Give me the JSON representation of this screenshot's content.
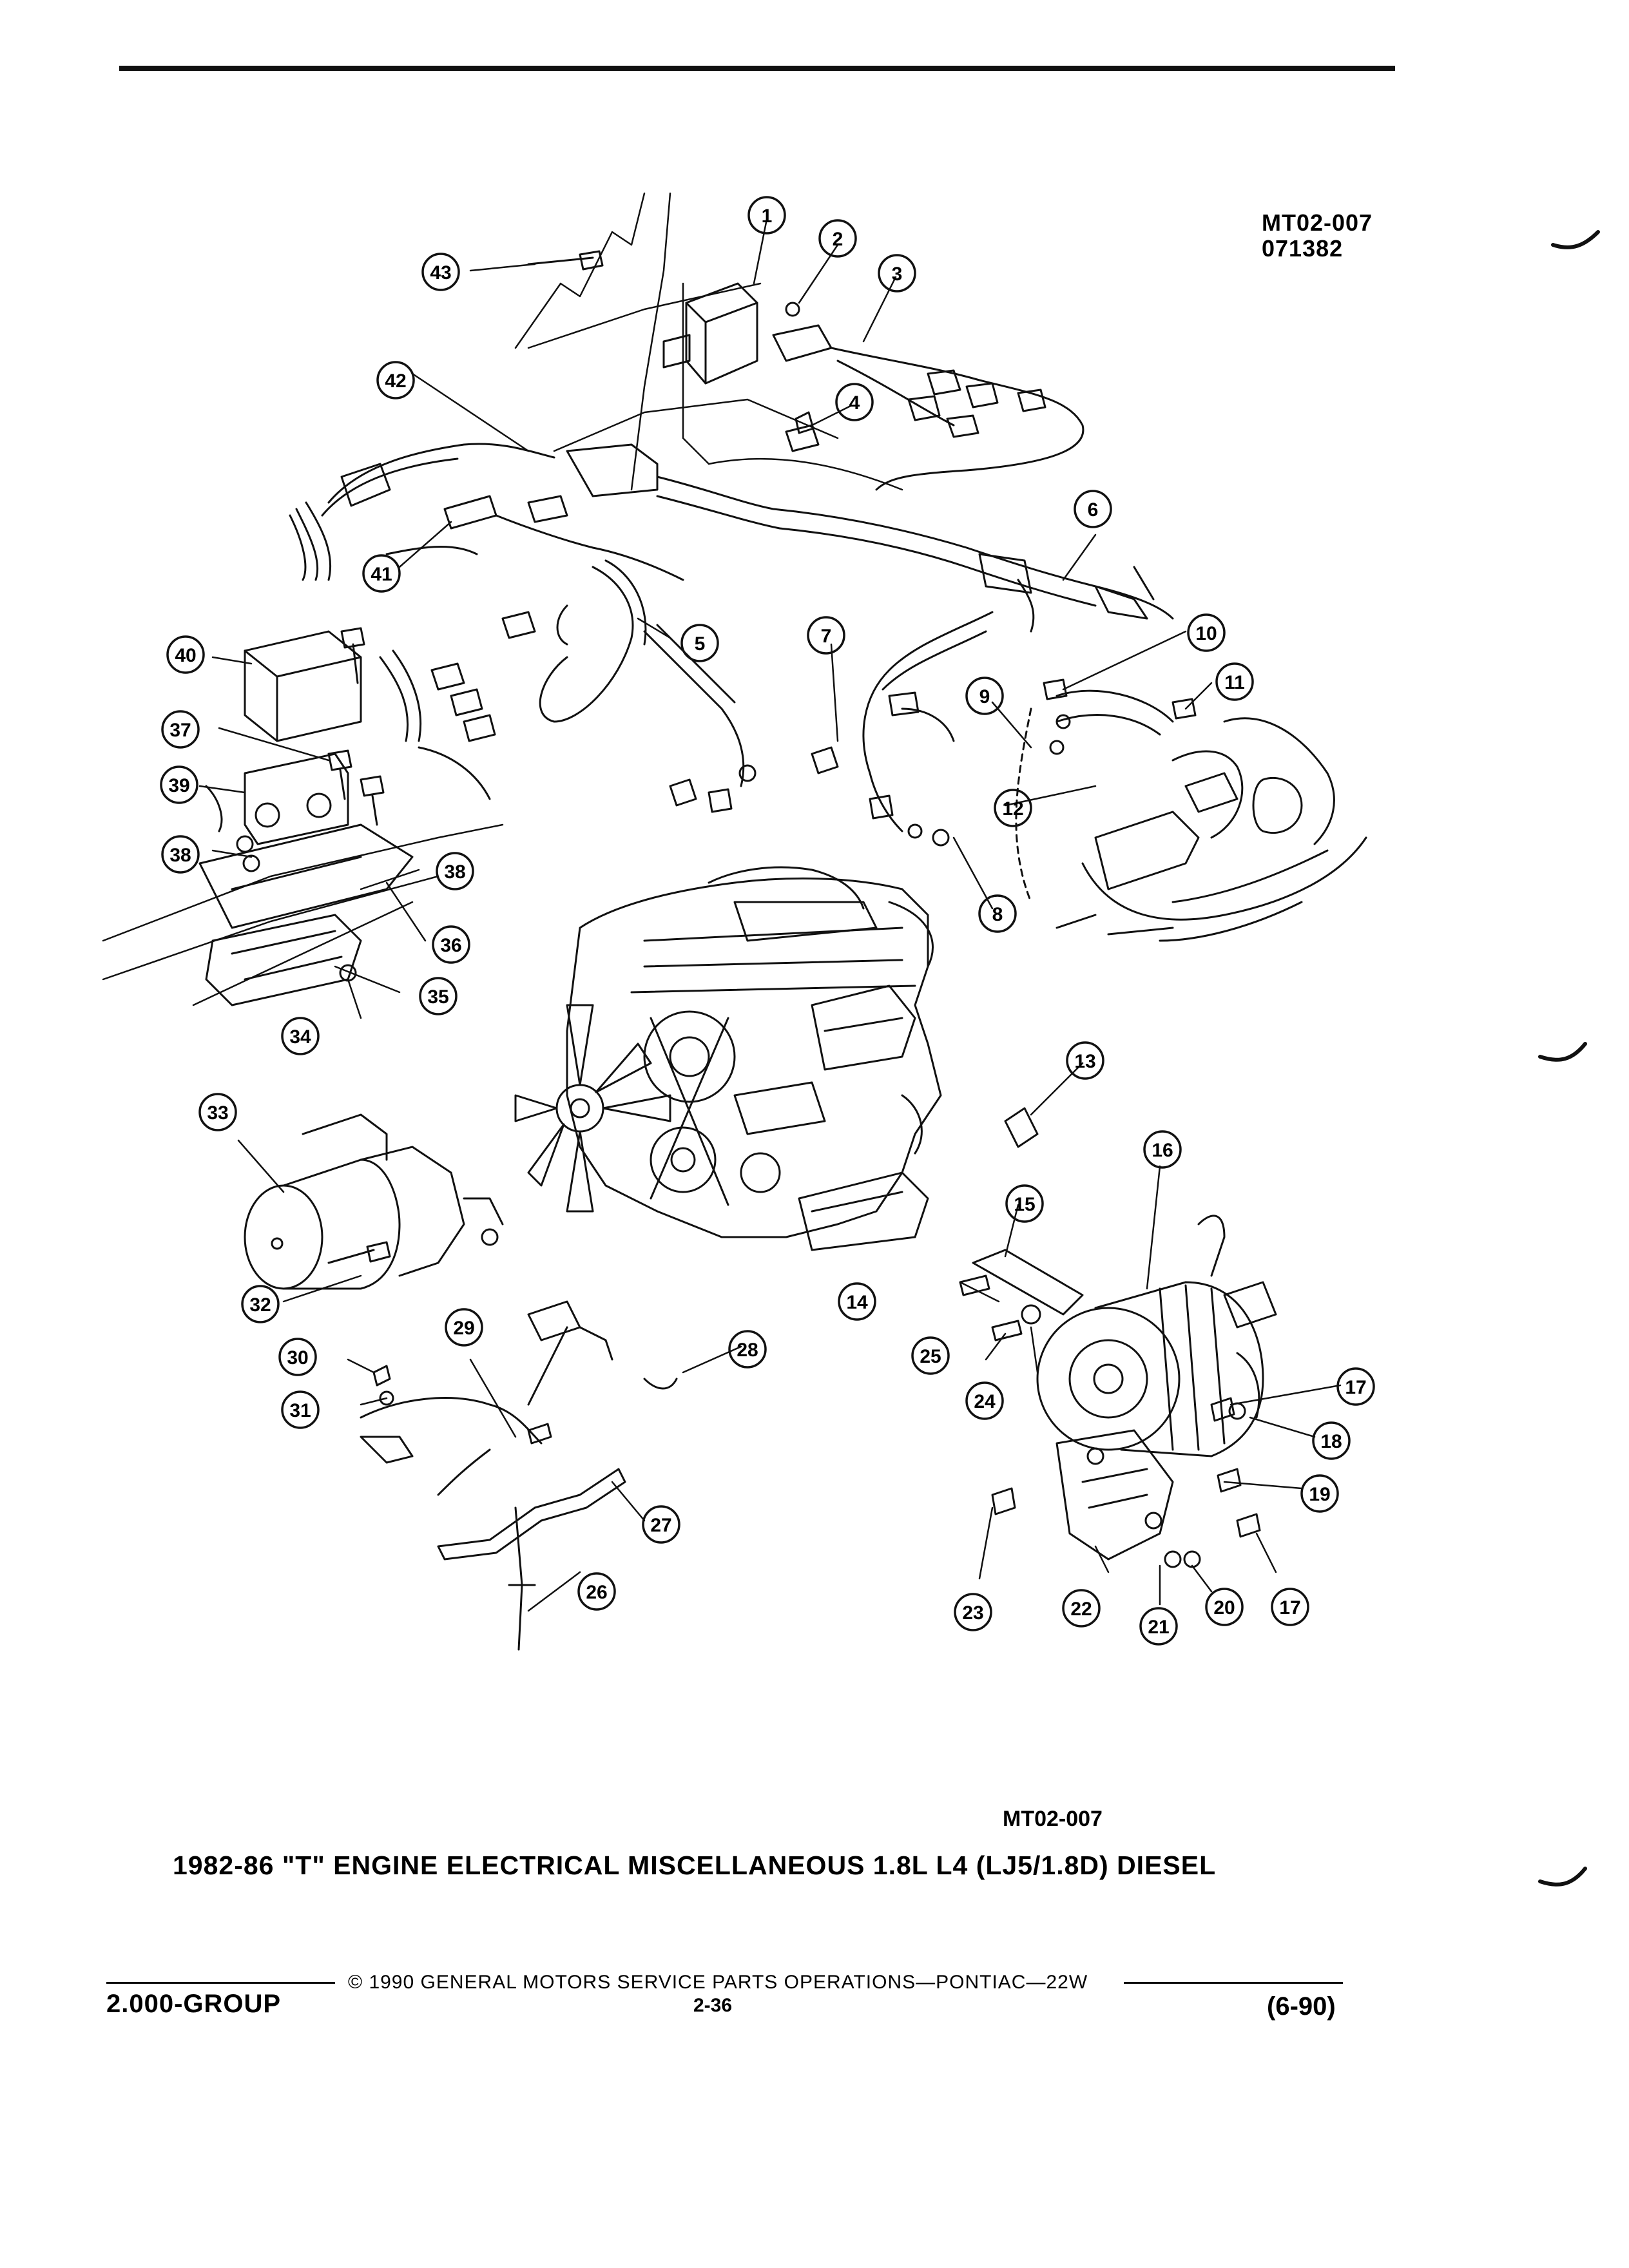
{
  "figure": {
    "id": "MT02-007",
    "code": "071382"
  },
  "caption": {
    "id": "MT02-007",
    "title": "1982-86 \"T\" ENGINE ELECTRICAL MISCELLANEOUS 1.8L L4 (LJ5/1.8D) DIESEL"
  },
  "footer": {
    "copyright": "© 1990 GENERAL MOTORS SERVICE PARTS OPERATIONS—PONTIAC—22W",
    "group": "2.000-GROUP",
    "page": "2-36",
    "date": "(6-90)"
  },
  "callouts": [
    "1",
    "2",
    "3",
    "4",
    "5",
    "6",
    "7",
    "8",
    "9",
    "10",
    "11",
    "12",
    "13",
    "14",
    "15",
    "16",
    "17",
    "18",
    "19",
    "20",
    "21",
    "22",
    "23",
    "24",
    "25",
    "26",
    "27",
    "28",
    "29",
    "30",
    "31",
    "32",
    "33",
    "34",
    "35",
    "36",
    "37",
    "38",
    "39",
    "40",
    "41",
    "42",
    "43"
  ]
}
